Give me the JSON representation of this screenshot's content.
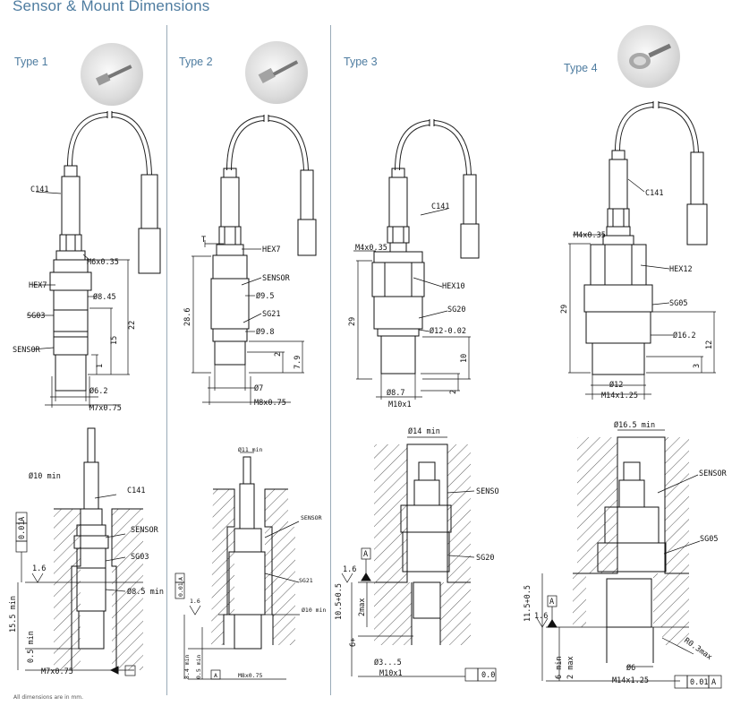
{
  "title": "Sensor & Mount Dimensions",
  "footnote": "All dimensions are in mm.",
  "types": [
    {
      "label": "Type 1"
    },
    {
      "label": "Type 2"
    },
    {
      "label": "Type 3"
    },
    {
      "label": "Type 4"
    }
  ],
  "labels": {
    "t1": {
      "c141": "C141",
      "m6": "M6x0.35",
      "hex7": "HEX7",
      "d845": "Ø8.45",
      "sg03": "SG03",
      "sensor": "SENSOR",
      "d22": "22",
      "d15": "15",
      "d1": "1",
      "d62": "Ø6.2",
      "m7": "M7x0.75"
    },
    "t1m": {
      "d10": "Ø10 min",
      "c141": "C141",
      "sensor": "SENSOR",
      "sg03": "SG03",
      "d16": "1.6",
      "d85": "Ø8.5 min",
      "tol": "0.01",
      "ref": "A",
      "d155": "15.5 min",
      "d05": "0.5 min",
      "m7": "M7x0.75"
    },
    "t2": {
      "t": "T",
      "hex7": "HEX7",
      "sensor": "SENSOR",
      "d95": "Ø9.5",
      "sg21": "SG21",
      "d98": "Ø9.8",
      "d286": "28.6",
      "d2": "2",
      "d79": "7.9",
      "d7": "Ø7",
      "m8": "M8x0.75"
    },
    "t2m": {
      "d11": "Ø11 min",
      "sensor": "SENSOR",
      "sg21": "SG21",
      "d10": "Ø10 min",
      "d16": "1.6",
      "tol": "0.01",
      "ref": "A",
      "d84": "8.4 min",
      "d05": "0.5 min",
      "m8": "M8x0.75"
    },
    "t3": {
      "c141": "C141",
      "m4": "M4x0.35",
      "hex10": "HEX10",
      "sg20": "SG20",
      "d29": "29",
      "d12": "Ø12-0.02",
      "d10": "10",
      "d2": "2",
      "d87": "Ø8.7",
      "m10": "M10x1"
    },
    "t3m": {
      "d14": "Ø14 min",
      "sensor": "SENSO",
      "sg20": "SG20",
      "ref": "A",
      "d16": "1.6",
      "d105": "10.5+0.5",
      "d2max": "2max",
      "d6": "6+",
      "d35": "Ø3...5",
      "m10": "M10x1",
      "tol": "0.0"
    },
    "t4": {
      "c141": "C141",
      "m4": "M4x0.35",
      "hex12": "HEX12",
      "sg05": "SG05",
      "d29": "29",
      "d162": "Ø16.2",
      "d12": "12",
      "d3": "3",
      "d12b": "Ø12",
      "m14": "M14x1.25"
    },
    "t4m": {
      "d165": "Ø16.5 min",
      "sensor": "SENSOR",
      "sg05": "SG05",
      "ref": "A",
      "d16": "1.6",
      "d115": "11.5+0.5",
      "d2max": "2 max",
      "d6min": "6 min",
      "r0": "R0.3max",
      "d6": "Ø6",
      "m14": "M14x1.25",
      "tol": "0.01"
    }
  }
}
